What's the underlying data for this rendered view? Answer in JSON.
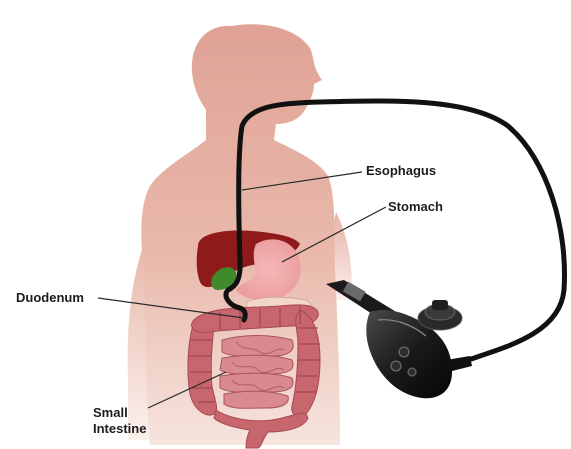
{
  "labels": {
    "esophagus": "Esophagus",
    "stomach": "Stomach",
    "duodenum": "Duodenum",
    "small_intestine_line1": "Small",
    "small_intestine_line2": "Intestine"
  },
  "colors": {
    "body_top": "#dfa295",
    "body_bottom": "#f1d8d0",
    "liver": "#8e1b1a",
    "gallbladder": "#3f8a2c",
    "stomach": "#f1a3a3",
    "intestine": "#c8666e",
    "scope_tube": "#111111",
    "leader_line": "#2a2a2a"
  }
}
